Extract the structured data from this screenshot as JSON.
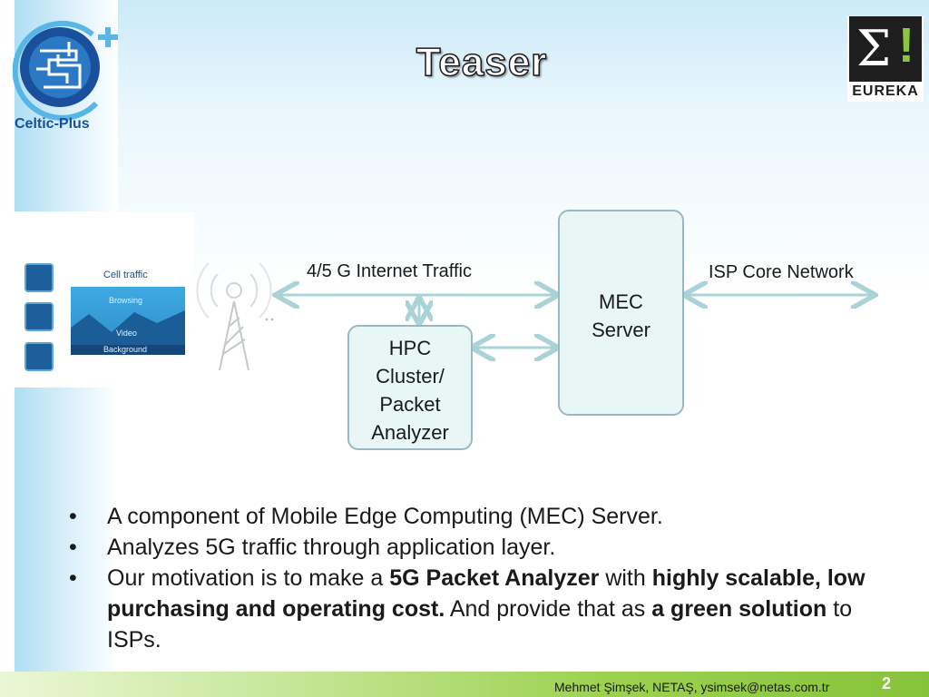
{
  "slide": {
    "title": "Teaser",
    "logos": {
      "left_text": "Celtic-Plus",
      "right_text": "EUREKA",
      "right_symbol": "Σ!"
    }
  },
  "diagram": {
    "left_panel": {
      "chart_title": "Cell traffic",
      "chart_bands": [
        "Browsing",
        "Video",
        "Background"
      ],
      "device_icons": [
        "laptop-icon",
        "phone-icon",
        "monitor-icon"
      ]
    },
    "traffic_label": "4/5 G Internet Traffic",
    "isp_label": "ISP Core Network",
    "mec_box": {
      "line1": "MEC",
      "line2": "Server"
    },
    "hpc_box": {
      "line1": "HPC",
      "line2": "Cluster/",
      "line3": "Packet",
      "line4": "Analyzer"
    },
    "colors": {
      "box_border": "#9ab8c2",
      "box_fill": "#e9f6f6",
      "arrow": "#a9d3d6"
    }
  },
  "bullets": {
    "b1": "A component of Mobile Edge Computing (MEC) Server.",
    "b2": "Analyzes 5G traffic through application layer.",
    "b3_p1": "Our motivation is to make a ",
    "b3_b1": "5G Packet Analyzer",
    "b3_p2": " with ",
    "b3_b2": "highly scalable, low purchasing and operating cost.",
    "b3_p3": " And provide that as ",
    "b3_b3": "a green solution",
    "b3_p4": " to ISPs."
  },
  "footer": {
    "author": "Mehmet Şimşek, NETAŞ, ysimsek@netas.com.tr",
    "page_number": "2"
  }
}
